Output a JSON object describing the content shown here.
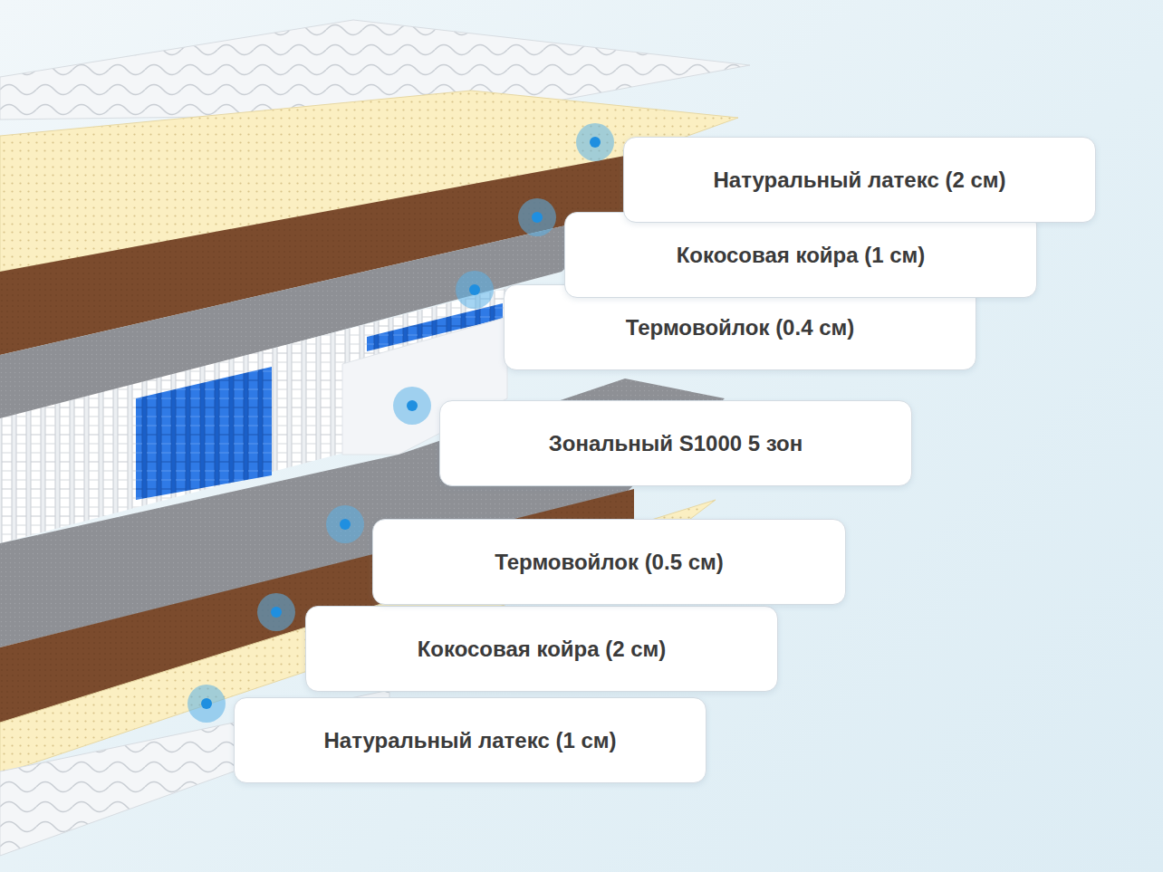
{
  "diagram": {
    "nodes": [
      {
        "text": [
          "Натуральный латекс (2 см)"
        ]
      },
      {
        "text": [
          "Кокосовая койра (1 см)"
        ]
      },
      {
        "text": [
          "Термовойлок (0.4 см)"
        ]
      },
      {
        "text": [
          "Зональный S1000 5 зон"
        ]
      },
      {
        "text": [
          "Термовойлок (0.5 см)"
        ]
      },
      {
        "text": [
          "Кокосовая койра (2 см)"
        ]
      },
      {
        "text": [
          "Натуральный латекс (1 см)"
        ]
      }
    ]
  }
}
